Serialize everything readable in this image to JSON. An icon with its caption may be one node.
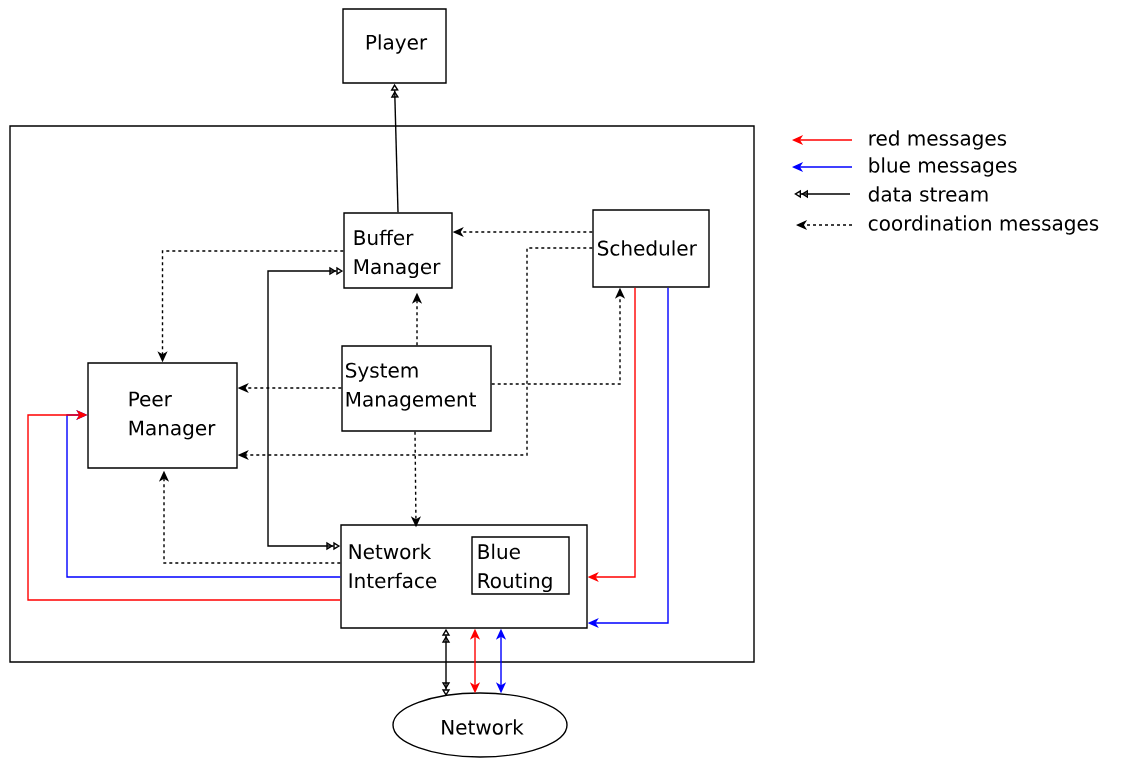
{
  "diagram": {
    "nodes": [
      {
        "text": [
          "Player"
        ]
      },
      {
        "text": [],
        "shape": "box"
      },
      {
        "text": [
          "Buffer Manager"
        ],
        "in": 1
      },
      {
        "text": [
          "Scheduler"
        ],
        "in": 1
      },
      {
        "text": [
          "Peer Manager"
        ],
        "in": 1
      },
      {
        "text": [
          "System Management"
        ],
        "in": 1
      },
      {
        "text": [
          "Network Interface"
        ],
        "in": 1
      },
      {
        "text": [
          "Blue Routing"
        ],
        "in": 6
      },
      {
        "text": [
          "Network"
        ]
      }
    ],
    "edges": [
      {
        "from": 2,
        "to": 0,
        "arrow": "to"
      },
      {
        "from": 2,
        "to": 4,
        "arrow": "to",
        "style": "dashed"
      },
      {
        "from": 3,
        "to": 2,
        "arrow": "to",
        "style": "dashed"
      },
      {
        "from": 3,
        "to": 4,
        "arrow": "to",
        "style": "dashed"
      },
      {
        "from": 5,
        "to": 2,
        "arrow": "to",
        "style": "dashed"
      },
      {
        "from": 5,
        "to": 4,
        "arrow": "to",
        "style": "dashed"
      },
      {
        "from": 5,
        "to": 3,
        "arrow": "to",
        "style": "dashed"
      },
      {
        "from": 5,
        "to": 6,
        "arrow": "to",
        "style": "dashed"
      },
      {
        "from": 6,
        "to": 4,
        "arrow": "to",
        "style": "dashed"
      },
      {
        "from": 2,
        "to": 6,
        "arrow": "both"
      },
      {
        "from": 6,
        "to": 4,
        "arrow": "to",
        "color": "#0000ff"
      },
      {
        "from": 6,
        "to": 4,
        "arrow": "to",
        "color": "#ff0000"
      },
      {
        "from": 3,
        "to": 6,
        "arrow": "to",
        "color": "#ff0000"
      },
      {
        "from": 3,
        "to": 6,
        "arrow": "to",
        "color": "#0000ff"
      },
      {
        "from": 6,
        "to": 8,
        "arrow": "both"
      },
      {
        "from": 6,
        "to": 8,
        "arrow": "both",
        "color": "#ff0000"
      },
      {
        "from": 6,
        "to": 8,
        "arrow": "both",
        "color": "#0000ff"
      }
    ],
    "legend": [
      {
        "text": "red messages"
      },
      {
        "text": "blue messages"
      },
      {
        "text": "data stream"
      },
      {
        "text": "coordination messages"
      }
    ]
  }
}
